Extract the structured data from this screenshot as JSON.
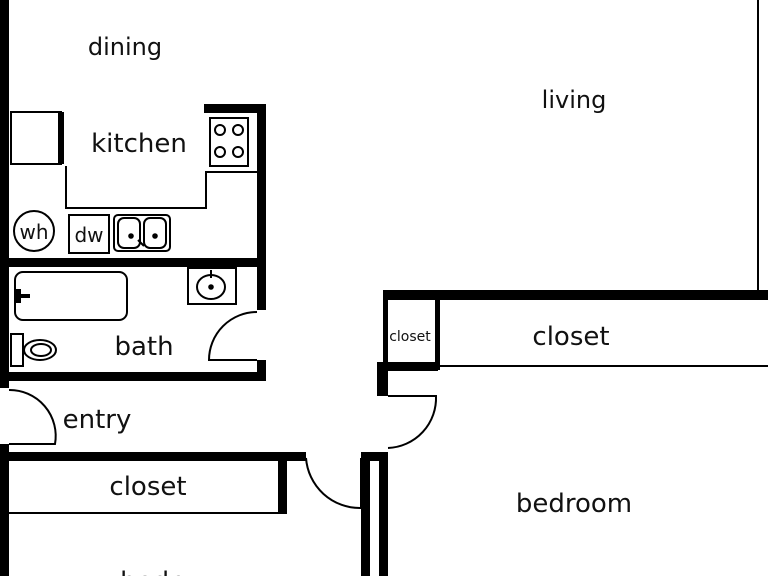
{
  "colors": {
    "wall": "#000000",
    "background": "#ffffff",
    "text": "#111111"
  },
  "rooms": {
    "dining": "dining",
    "living": "living",
    "kitchen": "kitchen",
    "bath": "bath",
    "entry": "entry",
    "closet_small": "closet",
    "closet_right": "closet",
    "closet_left": "closet",
    "bedroom": "bedroom",
    "bedroom_partial": "bedr"
  },
  "fixtures": {
    "water_heater": "wh",
    "dishwasher": "dw"
  },
  "icons": [
    "stove-icon",
    "sink-icon",
    "bathtub-icon",
    "toilet-icon",
    "lavatory-icon",
    "fridge-icon",
    "door-swing-icon"
  ]
}
